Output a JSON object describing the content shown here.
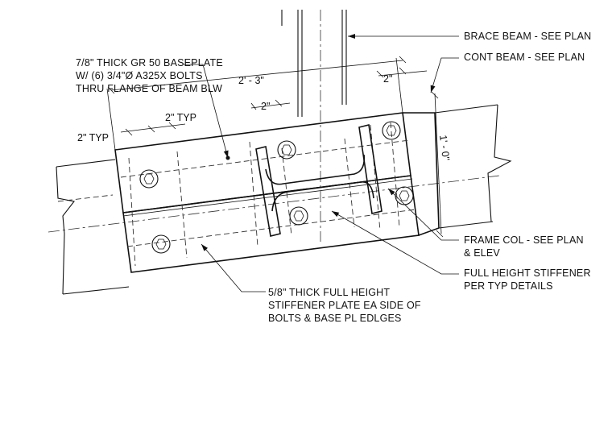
{
  "notes": {
    "baseplate": [
      "7/8\" THICK GR 50 BASEPLATE",
      "W/ (6) 3/4\"Ø A325X BOLTS",
      "THRU FLANGE OF BEAM BLW"
    ],
    "brace_beam": "BRACE BEAM - SEE PLAN",
    "cont_beam": "CONT BEAM - SEE PLAN",
    "frame_col": [
      "FRAME COL - SEE PLAN",
      "& ELEV"
    ],
    "stiffener": [
      "FULL HEIGHT STIFFENER",
      "PER TYP DETAILS"
    ],
    "stiffener_plate": [
      "5/8\" THICK FULL HEIGHT",
      "STIFFENER PLATE EA SIDE OF",
      "BOLTS & BASE PL EDLGES"
    ]
  },
  "dimensions": {
    "overall_width": "2' - 3\"",
    "right_edge": "2\"",
    "col_edge": "2\"",
    "left_typ_a": "2\" TYP",
    "left_typ_b": "2\" TYP",
    "depth": "1' - 0\""
  }
}
